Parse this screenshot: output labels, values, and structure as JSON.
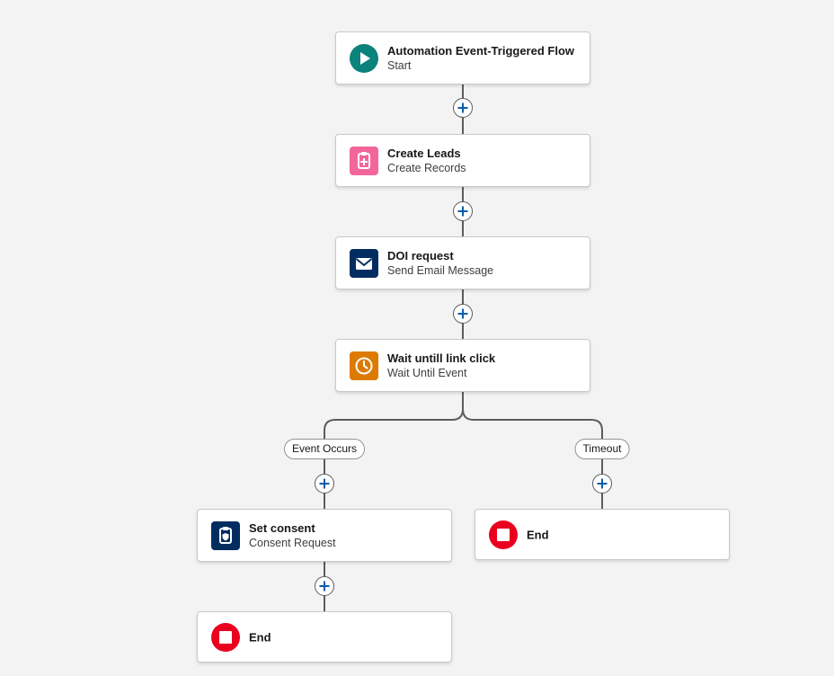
{
  "colors": {
    "start_icon": "#0b827c",
    "create_records_icon": "#f2669b",
    "email_icon": "#032d60",
    "wait_icon": "#dd7a01",
    "consent_icon": "#032d60",
    "end_icon": "#ea001e",
    "connector": "#5c5c5c"
  },
  "flow": {
    "start": {
      "title": "Automation Event-Triggered Flow",
      "subtitle": "Start",
      "icon": "play-icon"
    },
    "create_leads": {
      "title": "Create Leads",
      "subtitle": "Create Records",
      "icon": "clipboard-add-icon"
    },
    "doi_request": {
      "title": "DOI request",
      "subtitle": "Send Email Message",
      "icon": "email-icon"
    },
    "wait": {
      "title": "Wait untill link click",
      "subtitle": "Wait Until Event",
      "icon": "clock-icon"
    },
    "branches": {
      "left_label": "Event Occurs",
      "right_label": "Timeout"
    },
    "set_consent": {
      "title": "Set consent",
      "subtitle": "Consent Request",
      "icon": "consent-icon"
    },
    "end_left": {
      "title": "End",
      "icon": "stop-icon"
    },
    "end_right": {
      "title": "End",
      "icon": "stop-icon"
    }
  }
}
